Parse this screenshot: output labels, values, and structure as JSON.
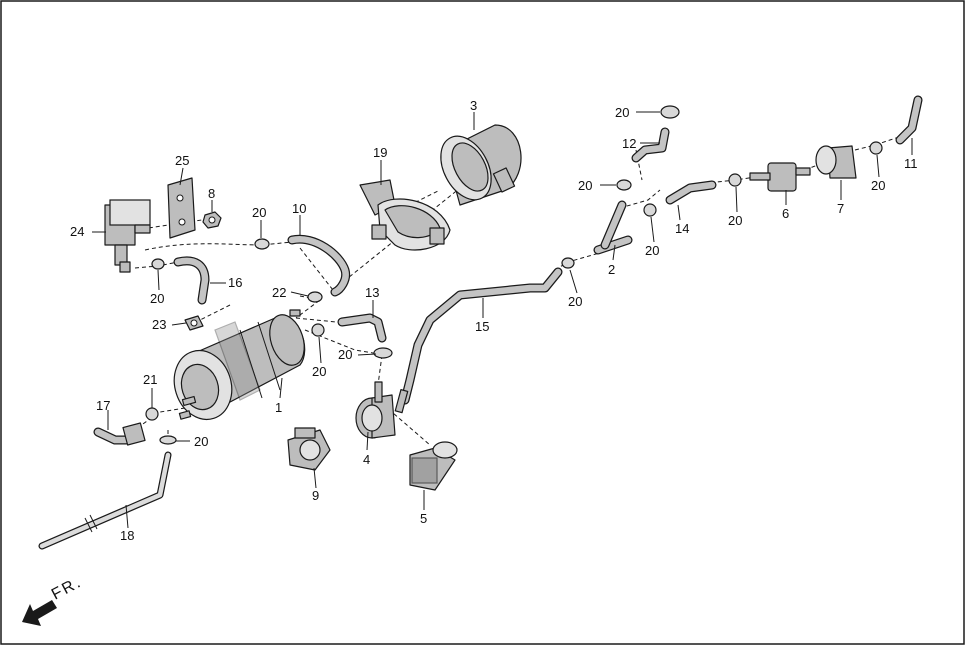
{
  "diagram": {
    "labels": {
      "p1": "1",
      "p2": "2",
      "p3": "3",
      "p4": "4",
      "p5": "5",
      "p6": "6",
      "p7": "7",
      "p8": "8",
      "p9": "9",
      "p10": "10",
      "p11": "11",
      "p12": "12",
      "p13": "13",
      "p14": "14",
      "p15": "15",
      "p16": "16",
      "p17": "17",
      "p18": "18",
      "p19": "19",
      "p21": "21",
      "p22": "22",
      "p23": "23",
      "p24": "24",
      "p25": "25",
      "p20": "20"
    },
    "direction": {
      "text": "FR."
    },
    "colors": {
      "line": "#1a1a1a",
      "part_fill": "#bdbdbd",
      "background": "#ffffff"
    }
  }
}
